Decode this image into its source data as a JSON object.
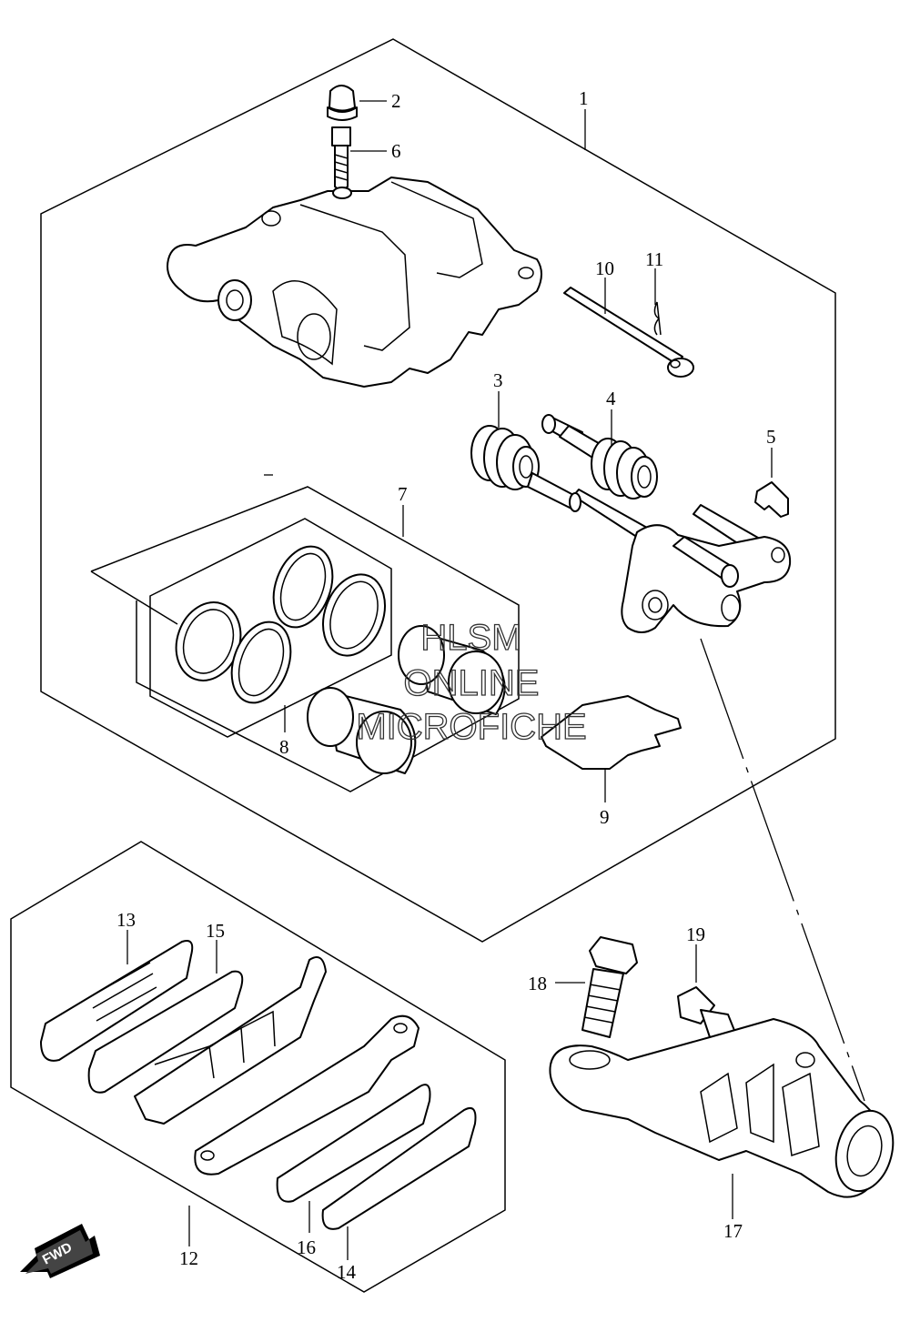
{
  "watermark": {
    "line1": "HLSM",
    "line2": "ONLINE",
    "line3": "MICROFICHE"
  },
  "direction_badge": {
    "label": "FWD"
  },
  "callouts": [
    "1",
    "2",
    "3",
    "4",
    "5",
    "6",
    "7",
    "8",
    "9",
    "10",
    "11",
    "12",
    "13",
    "14",
    "15",
    "16",
    "17",
    "18",
    "19"
  ]
}
